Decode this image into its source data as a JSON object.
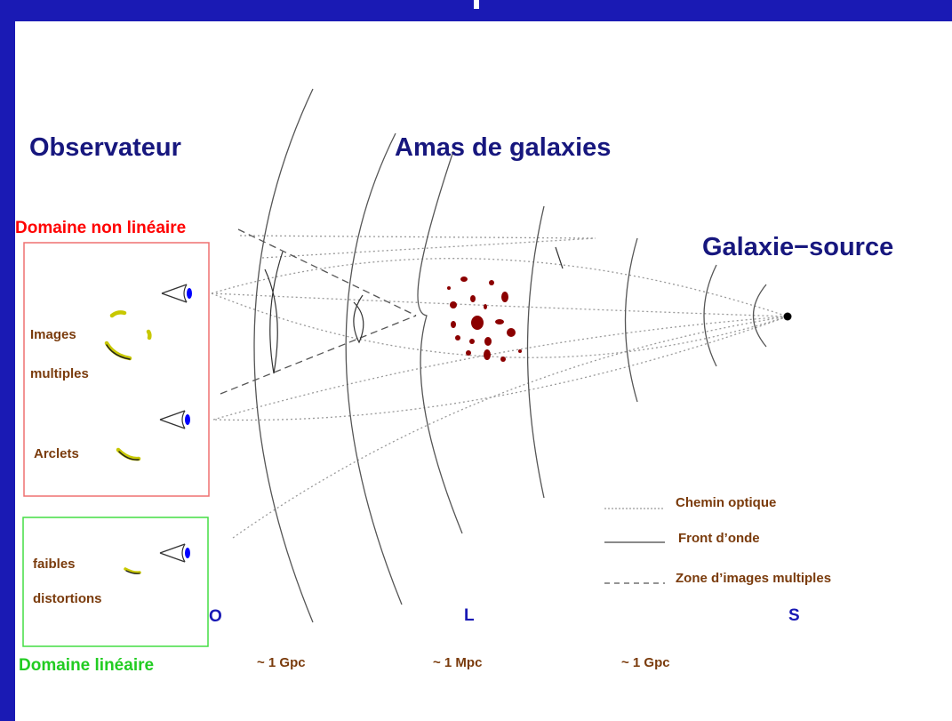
{
  "headings": {
    "observer": "Observateur",
    "cluster": "Amas de galaxies",
    "source": "Galaxie−source"
  },
  "domains": {
    "nonlinear": "Domaine non linéaire",
    "linear": "Domaine linéaire"
  },
  "observer_labels": {
    "images_line1": "Images",
    "images_line2": "multiples",
    "arclets": "Arclets",
    "weak_line1": "faibles",
    "weak_line2": "distortions"
  },
  "legend": {
    "optical_path": "Chemin optique",
    "wavefront": "Front d’onde",
    "multiple_images_zone": "Zone d’images multiples"
  },
  "points": {
    "observer": "O",
    "lens": "L",
    "source": "S"
  },
  "distances": {
    "observer_lens": "~ 1 Gpc",
    "lens_scale": "~ 1 Mpc",
    "lens_source": "~ 1 Gpc"
  },
  "colors": {
    "frame": "#1a1ab4",
    "nonlinear": "#ff0000",
    "linear": "#22cc22",
    "navy_text": "#17177e",
    "brown_text": "#7a3b0c",
    "galaxy": "#8b0000",
    "arc": "#c8c800",
    "eye": "#0000ff"
  },
  "icons": [
    "eye-icon",
    "eye-icon",
    "eye-icon",
    "source-point-icon"
  ]
}
